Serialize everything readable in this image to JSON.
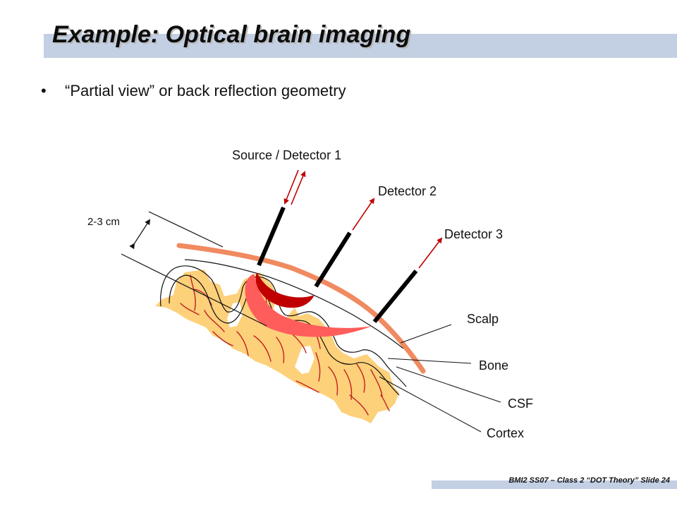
{
  "slide": {
    "title": "Example: Optical brain imaging",
    "bullet": "“Partial view” or back reflection geometry",
    "footer": "BMI2 SS07 – Class 2 “DOT Theory” Slide 24"
  },
  "diagram": {
    "labels": {
      "source_detector_1": "Source / Detector 1",
      "detector_2": "Detector 2",
      "detector_3": "Detector 3",
      "depth": "2-3 cm",
      "scalp": "Scalp",
      "bone": "Bone",
      "csf": "CSF",
      "cortex": "Cortex"
    },
    "colors": {
      "scalp": "#f08a60",
      "cortex": "#fdd07a",
      "vessels": "#c02020",
      "shallow_path": "#c00000",
      "deep_path": "#ff5c5c",
      "arrows": "#c00000",
      "title_bar": "#c3cfe3"
    }
  }
}
